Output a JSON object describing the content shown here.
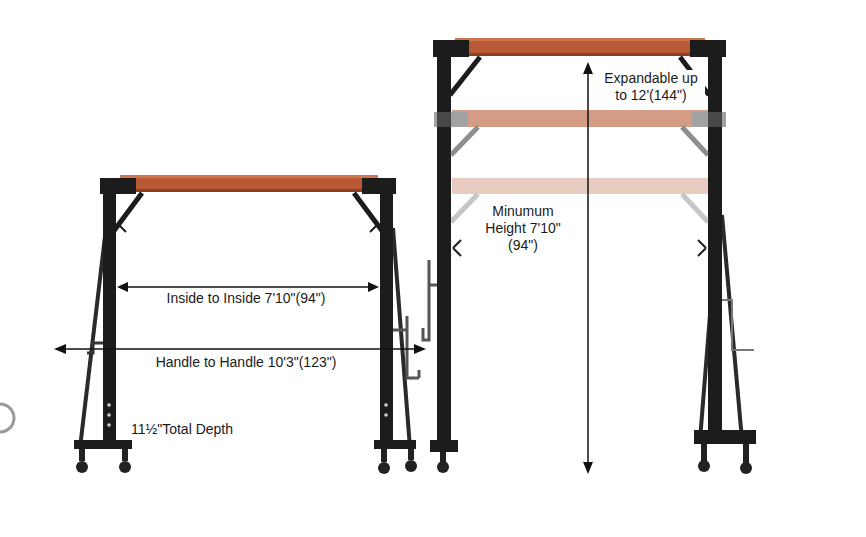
{
  "diagram": {
    "labels": [
      "Expandable up to 12'(144\")",
      "Minumum Height 7'10\" (94\")",
      "Inside to Inside 7'10\"(94\")",
      "Handle to Handle 10'3\"(123\")",
      "11½\"Total Depth"
    ]
  }
}
